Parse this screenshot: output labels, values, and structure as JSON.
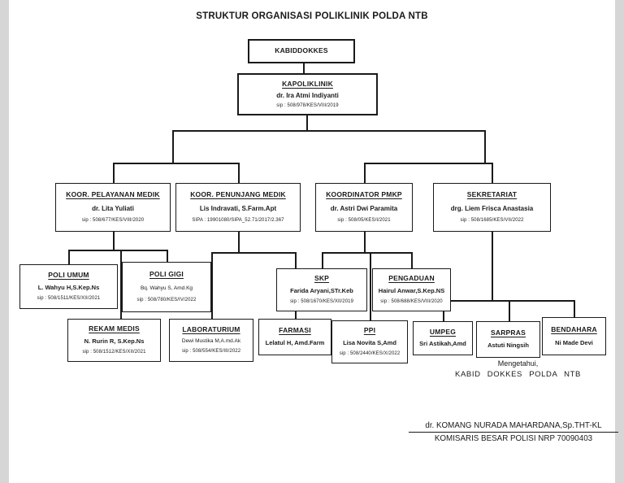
{
  "page": {
    "title": "STRUKTUR ORGANISASI POLIKLINIK POLDA NTB"
  },
  "colors": {
    "ink": "#1a1a1a",
    "background": "#ffffff",
    "gutter": "#d6d6d6"
  },
  "nodes": {
    "kabiddokkes": {
      "title": "KABIDDOKKES"
    },
    "kapoliklinik": {
      "title": "KAPOLIKLINIK",
      "name": "dr. Ira Atmi Indiyanti",
      "sip": "sip : 508/978/KES/VIII/2019"
    },
    "koor_pelayanan": {
      "title": "KOOR. PELAYANAN MEDIK",
      "name": "dr. Lita Yuliati",
      "sip": "sip : 508/677/KES/VIII/2020"
    },
    "koor_penunjang": {
      "title": "KOOR. PENUNJANG MEDIK",
      "name": "Lis Indravati, S.Farm.Apt",
      "sip": "SIPA : 19901080/SIPA_52.71/2017/2.367"
    },
    "koordinator_pmkp": {
      "title": "KOORDINATOR PMKP",
      "name": "dr. Astri Dwi Paramita",
      "sip": "sip : 508/05/KES/I/2021"
    },
    "sekretariat": {
      "title": "SEKRETARIAT",
      "name": "drg. Liem Frisca Anastasia",
      "sip": "sip : 508/1685/KES/VII/2022"
    },
    "poli_umum": {
      "title": "POLI UMUM",
      "name": "L. Wahyu H,S.Kep.Ns",
      "sip": "sip : 508/1511/KES/XII/2021"
    },
    "poli_gigi": {
      "title": "POLI GIGI",
      "name": "Bq. Wahyu S, Amd.Kg",
      "sip": "sip : 508/780/KES/IV/2022"
    },
    "skp": {
      "title": "SKP",
      "name": "Farida Aryani,STr.Keb",
      "sip": "sip : 508/1670/KES/XII/2019"
    },
    "pengaduan": {
      "title": "PENGADUAN",
      "name": "Hairul Anwar,S.Kep.NS",
      "sip": "sip : 508/688/KES/VIII/2020"
    },
    "rekam_medis": {
      "title": "REKAM MEDIS",
      "name": "N. Rurin R, S.Kep.Ns",
      "sip": "sip : 508/1512/KES/XII/2021"
    },
    "laboraturium": {
      "title": "LABORATURIUM",
      "name": "Dewi Mustika M,A.md.Ak",
      "sip": "sip : 508/554/KES/III/2022"
    },
    "farmasi": {
      "title": "FARMASI",
      "name": "Lelatul H, Amd.Farm"
    },
    "ppi": {
      "title": "PPI",
      "name": "Lisa Novita S,Amd",
      "sip": "sip : 508/2440/KES/X/2022"
    },
    "umpeg": {
      "title": "UMPEG",
      "name": "Sri Astikah,Amd"
    },
    "sarpras": {
      "title": "SARPRAS",
      "name": "Astuti Ningsih"
    },
    "bendahara": {
      "title": "BENDAHARA",
      "name": "Ni Made Devi"
    }
  },
  "footer": {
    "mengetahui": "Mengetahui,",
    "kabid": "KABID DOKKES POLDA NTB",
    "officer_name": "dr. KOMANG NURADA MAHARDANA,Sp.THT-KL",
    "officer_rank": "KOMISARIS BESAR POLISI NRP 70090403"
  }
}
